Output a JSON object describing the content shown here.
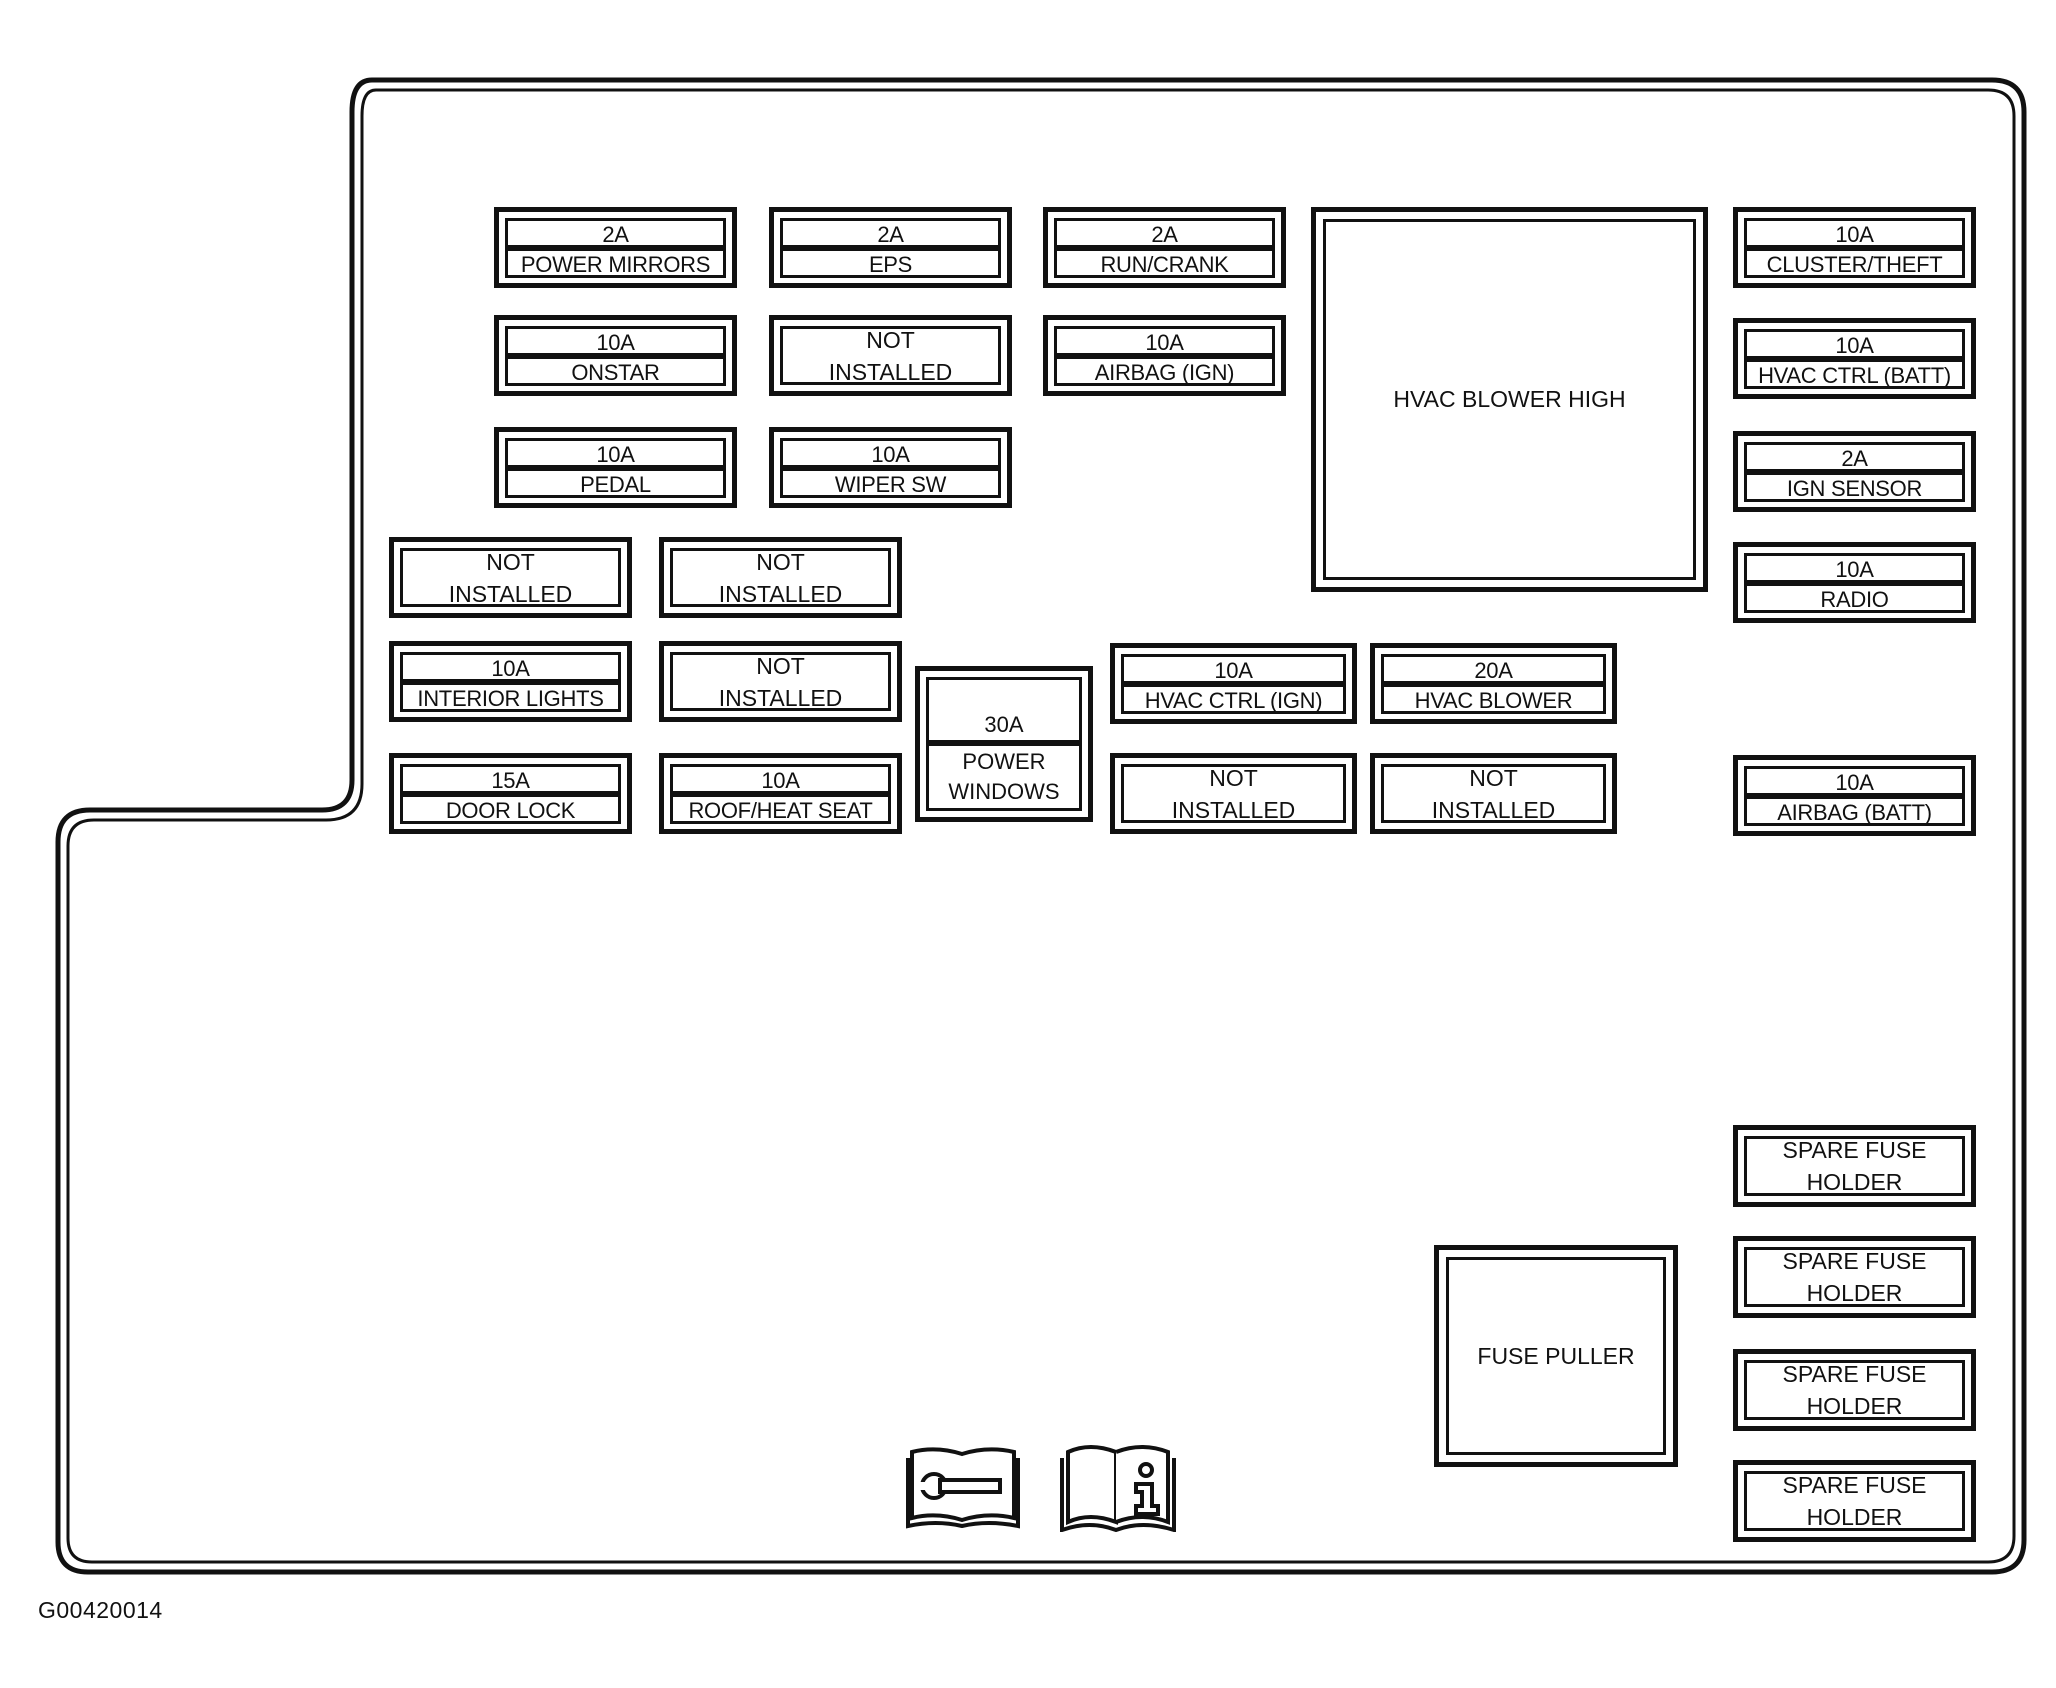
{
  "figure_id": "G00420014",
  "fuses": [
    {
      "amp": "2A",
      "label": "POWER MIRRORS"
    },
    {
      "amp": "2A",
      "label": "EPS"
    },
    {
      "amp": "2A",
      "label": "RUN/CRANK"
    },
    {
      "amp": "10A",
      "label": "CLUSTER/THEFT"
    },
    {
      "amp": "10A",
      "label": "ONSTAR"
    },
    {
      "amp": "10A",
      "label": "AIRBAG (IGN)"
    },
    {
      "amp": "10A",
      "label": "HVAC CTRL (BATT)"
    },
    {
      "amp": "10A",
      "label": "PEDAL"
    },
    {
      "amp": "10A",
      "label": "WIPER SW"
    },
    {
      "amp": "2A",
      "label": "IGN SENSOR"
    },
    {
      "amp": "10A",
      "label": "RADIO"
    },
    {
      "amp": "10A",
      "label": "INTERIOR LIGHTS"
    },
    {
      "amp": "10A",
      "label": "HVAC CTRL (IGN)"
    },
    {
      "amp": "20A",
      "label": "HVAC BLOWER"
    },
    {
      "amp": "15A",
      "label": "DOOR LOCK"
    },
    {
      "amp": "10A",
      "label": "ROOF/HEAT SEAT"
    },
    {
      "amp": "10A",
      "label": "AIRBAG (BATT)"
    }
  ],
  "not_installed": "NOT\nINSTALLED",
  "power_windows": {
    "amp": "30A",
    "label": "POWER\nWINDOWS"
  },
  "hvac_blower_high": "HVAC BLOWER HIGH",
  "fuse_puller": "FUSE PULLER",
  "spare_fuse_holder": "SPARE FUSE\nHOLDER",
  "icons": [
    "service-manual-icon",
    "owner-manual-info-icon"
  ]
}
